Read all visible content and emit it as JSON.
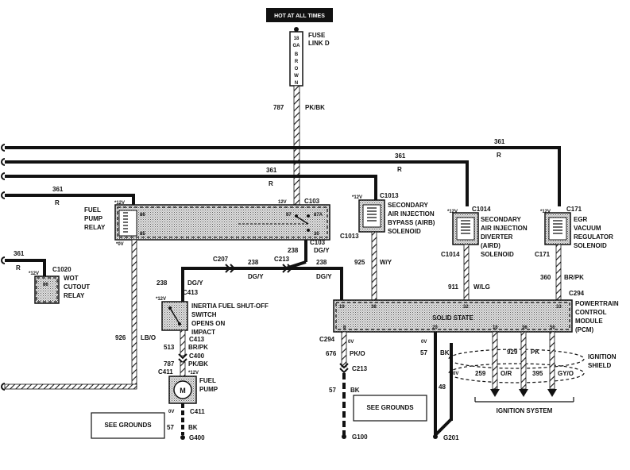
{
  "header": {
    "hot_label": "HOT AT ALL TIMES"
  },
  "fuse": {
    "text": [
      "18",
      "GA",
      "B",
      "R",
      "O",
      "W",
      "N"
    ],
    "label_line1": "FUSE",
    "label_line2": "LINK D"
  },
  "circuits": {
    "c787": "787",
    "pk_bk": "PK/BK",
    "c361": "361",
    "r": "R",
    "c238": "238",
    "dg_y": "DG/Y",
    "c925": "925",
    "w_y": "W/Y",
    "c911": "911",
    "w_lg": "W/LG",
    "c360": "360",
    "br_pk": "BR/PK",
    "c926": "926",
    "lb_o": "LB/O",
    "c513": "513",
    "c676": "676",
    "pk_o": "PK/O",
    "c57": "57",
    "bk": "BK",
    "c929": "929",
    "pk": "PK",
    "c259": "259",
    "o_r": "O/R",
    "c395": "395",
    "gy_o": "GY/O",
    "c48": "48"
  },
  "connectors": {
    "c103": "C103",
    "c1013": "C1013",
    "c1014": "C1014",
    "c171": "C171",
    "c207": "C207",
    "c213": "C213",
    "c413": "C413",
    "c400": "C400",
    "c411": "C411",
    "c294": "C294",
    "c1020": "C1020"
  },
  "voltages": {
    "v12": "*12V",
    "v0": "*0V",
    "v12b": "12V",
    "ov": "0V"
  },
  "pins": {
    "p86": "86",
    "p85": "85",
    "p87": "87",
    "p87a": "87A",
    "p30": "30",
    "p19": "19",
    "p38": "38",
    "p32": "32",
    "p33": "33",
    "p8": "8",
    "p20": "20",
    "p16": "16",
    "p36": "36",
    "p56": "56"
  },
  "components": {
    "fuel_pump_relay": [
      "FUEL",
      "PUMP",
      "RELAY"
    ],
    "airb": [
      "SECONDARY",
      "AIR INJECTION",
      "BYPASS (AIRB)",
      "SOLENOID"
    ],
    "aird": [
      "SECONDARY",
      "AIR INJECTION",
      "DIVERTER",
      "(AIRD)",
      "SOLENOID"
    ],
    "egr": [
      "EGR",
      "VACUUM",
      "REGULATOR",
      "SOLENOID"
    ],
    "wot": [
      "WOT",
      "CUTOUT",
      "RELAY"
    ],
    "inertia": [
      "INERTIA FUEL SHUT-OFF",
      "SWITCH",
      "OPENS ON",
      "IMPACT"
    ],
    "fuel_pump": [
      "FUEL",
      "PUMP"
    ],
    "pcm": [
      "POWERTRAIN",
      "CONTROL",
      "MODULE",
      "(PCM)"
    ],
    "pcm_inner": "SOLID STATE",
    "ignition_shield": [
      "IGNITION",
      "SHIELD"
    ],
    "ignition_system": "IGNITION SYSTEM",
    "motor_symbol": "M"
  },
  "grounds": {
    "see_grounds": "SEE GROUNDS",
    "g400": "G400",
    "g100": "G100",
    "g201": "G201"
  },
  "colors": {
    "line": "#111111",
    "stipple": "#cfcfcf",
    "background": "#ffffff"
  }
}
